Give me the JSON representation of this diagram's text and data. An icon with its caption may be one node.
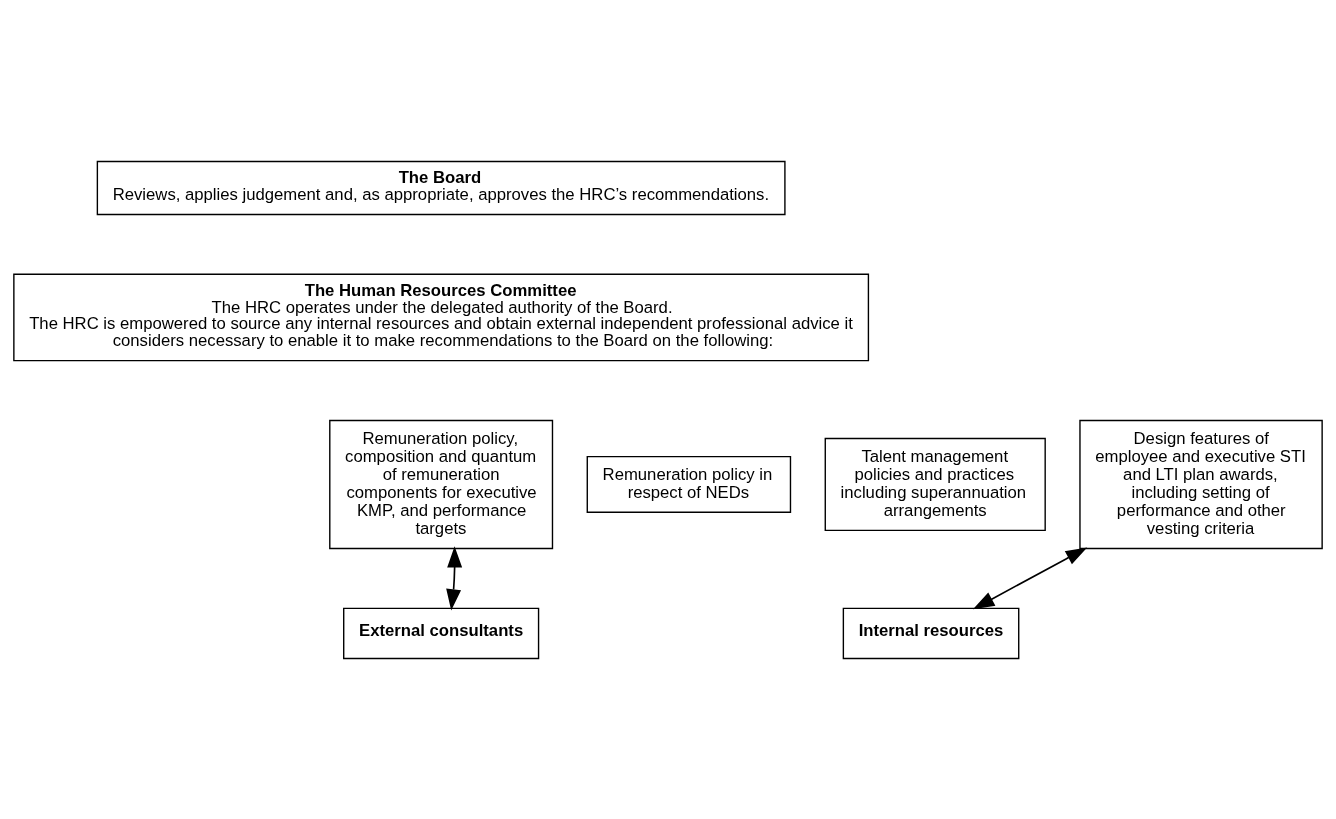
{
  "diagram": {
    "nodes": [
      {
        "text": [
          "The Board",
          "Reviews, applies judgement and, as appropriate, approves the HRC’s recommendations."
        ]
      },
      {
        "text": [
          "The Human Resources Committee",
          "The HRC operates under the delegated authority of the Board.",
          "The HRC is empowered to source any internal resources and obtain external independent professional advice it considers necessary to enable it to make recommendations to the Board on the following:"
        ]
      },
      {
        "text": [
          "Remuneration policy, composition and quantum of remuneration components for executive KMP, and performance targets"
        ]
      },
      {
        "text": [
          "Remuneration policy in respect of NEDs"
        ]
      },
      {
        "text": [
          "Talent management policies and practices including superannuation arrangements"
        ]
      },
      {
        "text": [
          "Design features of employee and executive STI and LTI plan awards, including setting of performance and other vesting criteria"
        ]
      },
      {
        "text": [
          "External consultants"
        ]
      },
      {
        "text": [
          "Internal resources"
        ]
      }
    ],
    "edges": [
      {
        "from": 2,
        "to": 6,
        "arrow": "both"
      },
      {
        "from": 5,
        "to": 7,
        "arrow": "both"
      }
    ]
  }
}
